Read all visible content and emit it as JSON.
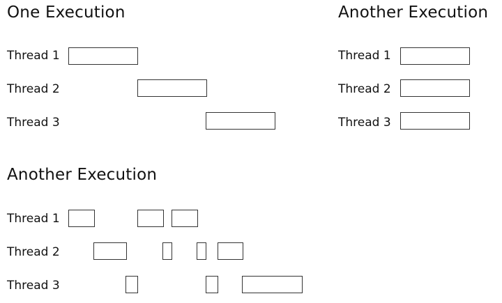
{
  "panels": [
    {
      "title": "One Execution",
      "threads": [
        "Thread 1",
        "Thread 2",
        "Thread 3"
      ]
    },
    {
      "title": "Another Execution",
      "threads": [
        "Thread 1",
        "Thread 2",
        "Thread 3"
      ]
    },
    {
      "title": "Another Execution",
      "threads": [
        "Thread 1",
        "Thread 2",
        "Thread 3"
      ]
    }
  ]
}
